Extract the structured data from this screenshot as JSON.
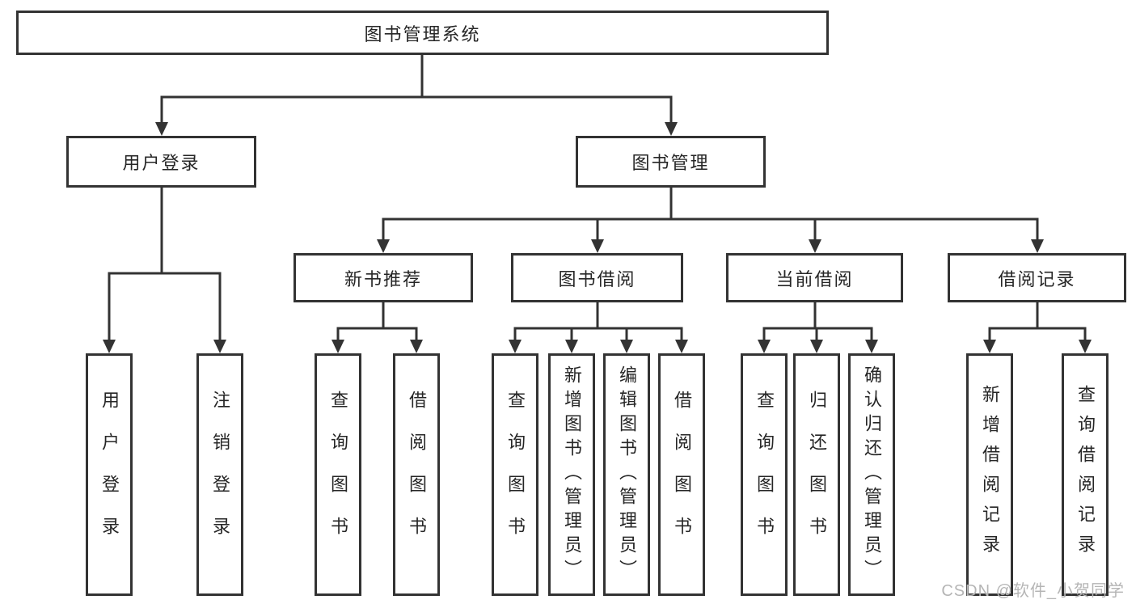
{
  "diagram": {
    "root": "图书管理系统",
    "level2": {
      "user_login": "用户登录",
      "book_mgmt": "图书管理"
    },
    "level3": {
      "new_book_rec": "新书推荐",
      "book_borrow": "图书借阅",
      "current_borrow": "当前借阅",
      "borrow_record": "借阅记录"
    },
    "leaves": {
      "user_login": [
        "用户登录",
        "注销登录"
      ],
      "new_book_rec": [
        "查询图书",
        "借阅图书"
      ],
      "book_borrow": [
        "查询图书",
        "新增图书（管理员）",
        "编辑图书（管理员）",
        "借阅图书"
      ],
      "current_borrow": [
        "查询图书",
        "归还图书",
        "确认归还（管理员）"
      ],
      "borrow_record": [
        "新增借阅记录",
        "查询借阅记录"
      ]
    }
  },
  "watermark": "CSDN @软件_小贺同学",
  "colors": {
    "line": "#333333",
    "text": "#262626",
    "watermark": "#b5b5b5",
    "background": "#ffffff"
  }
}
